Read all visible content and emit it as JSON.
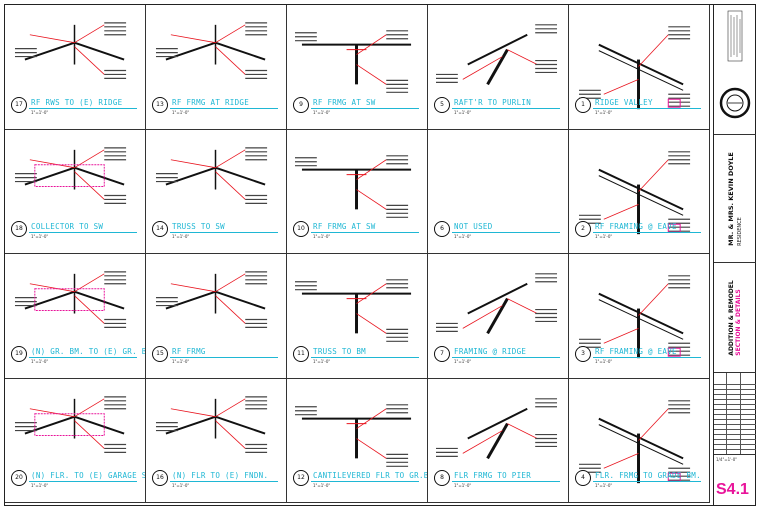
{
  "sheet": {
    "details": [
      {
        "num": "17",
        "title": "RF RWS TO (E) RIDGE",
        "scale": "1\"=1'-0\""
      },
      {
        "num": "13",
        "title": "RF FRMG AT RIDGE",
        "scale": "1\"=1'-0\""
      },
      {
        "num": "9",
        "title": "RF FRMG AT SW",
        "scale": "1\"=1'-0\""
      },
      {
        "num": "5",
        "title": "RAFT'R TO PURLIN",
        "scale": "1\"=1'-0\""
      },
      {
        "num": "1",
        "title": "RIDGE VALLEY",
        "scale": "1\"=1'-0\""
      },
      {
        "num": "18",
        "title": "COLLECTOR TO SW",
        "scale": "1\"=1'-0\""
      },
      {
        "num": "14",
        "title": "TRUSS TO SW",
        "scale": "1\"=1'-0\""
      },
      {
        "num": "10",
        "title": "RF FRMG AT SW",
        "scale": "1\"=1'-0\""
      },
      {
        "num": "6",
        "title": "NOT USED",
        "scale": "1\"=1'-0\""
      },
      {
        "num": "2",
        "title": "RF FRAMING @ EAVE",
        "scale": "1\"=1'-0\""
      },
      {
        "num": "19",
        "title": "(N) GR. BM. TO (E) GR. BM.",
        "scale": "1\"=1'-0\""
      },
      {
        "num": "15",
        "title": "RF FRMG",
        "scale": "1\"=1'-0\""
      },
      {
        "num": "11",
        "title": "TRUSS TO BM",
        "scale": "1\"=1'-0\""
      },
      {
        "num": "7",
        "title": "FRAMING @ RIDGE",
        "scale": "1\"=1'-0\""
      },
      {
        "num": "3",
        "title": "RF FRAMING @ EAVE",
        "scale": "1\"=1'-0\""
      },
      {
        "num": "20",
        "title": "(N) FLR. TO (E) GARAGE SLAB",
        "scale": "1\"=1'-0\""
      },
      {
        "num": "16",
        "title": "(N) FLR TO (E) FNDN.",
        "scale": "1\"=1'-0\""
      },
      {
        "num": "12",
        "title": "CANTILEVERED FLR TO GR.BM.",
        "scale": "1\"=1'-0\""
      },
      {
        "num": "8",
        "title": "FLR FRMG TO PIER",
        "scale": "1\"=1'-0\""
      },
      {
        "num": "4",
        "title": "FLR. FRMG TO GRADE BM.",
        "scale": "1\"=1'-0\""
      }
    ],
    "titleblock": {
      "project": "MR. & MRS. KEVIN DOYLE",
      "project_sub": "RESIDENCE",
      "drawing_title": "ADDITION & REMODEL",
      "drawing_sub": "SECTION & DETAILS",
      "sheet_number": "S4.1",
      "scale": "1/4\"=1'-0\""
    },
    "colors": {
      "title": "#1fb7d4",
      "redline": "#e8141e",
      "magenta": "#e8149a",
      "ink": "#111111"
    }
  }
}
